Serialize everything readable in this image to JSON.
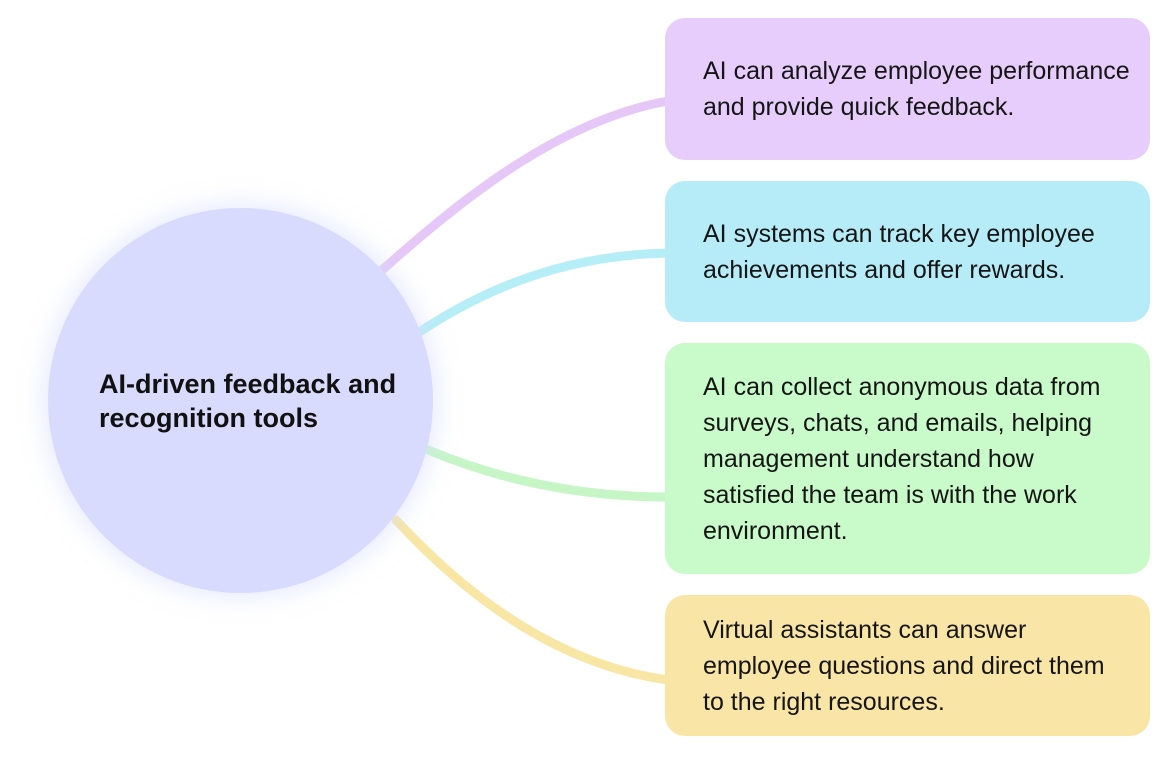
{
  "hub": {
    "title": "AI-driven feedback and recognition tools"
  },
  "cards": [
    {
      "text": "AI can analyze employee performance and provide quick feedback.",
      "color": "#e7cdfb",
      "connector_color": "#e6c8f8"
    },
    {
      "text": "AI systems can track key employee achievements and offer rewards.",
      "color": "#b6ecf8",
      "connector_color": "#b5eef6"
    },
    {
      "text": "AI can collect anonymous data from surveys, chats, and emails, helping management understand how satisfied the team is with the work environment.",
      "color": "#c9fac9",
      "connector_color": "#c6f6c6"
    },
    {
      "text": "Virtual assistants can answer employee questions and direct them to the right resources.",
      "color": "#f9e6a7",
      "connector_color": "#f7e6a4"
    }
  ],
  "hub_color": "#d8dbfd"
}
